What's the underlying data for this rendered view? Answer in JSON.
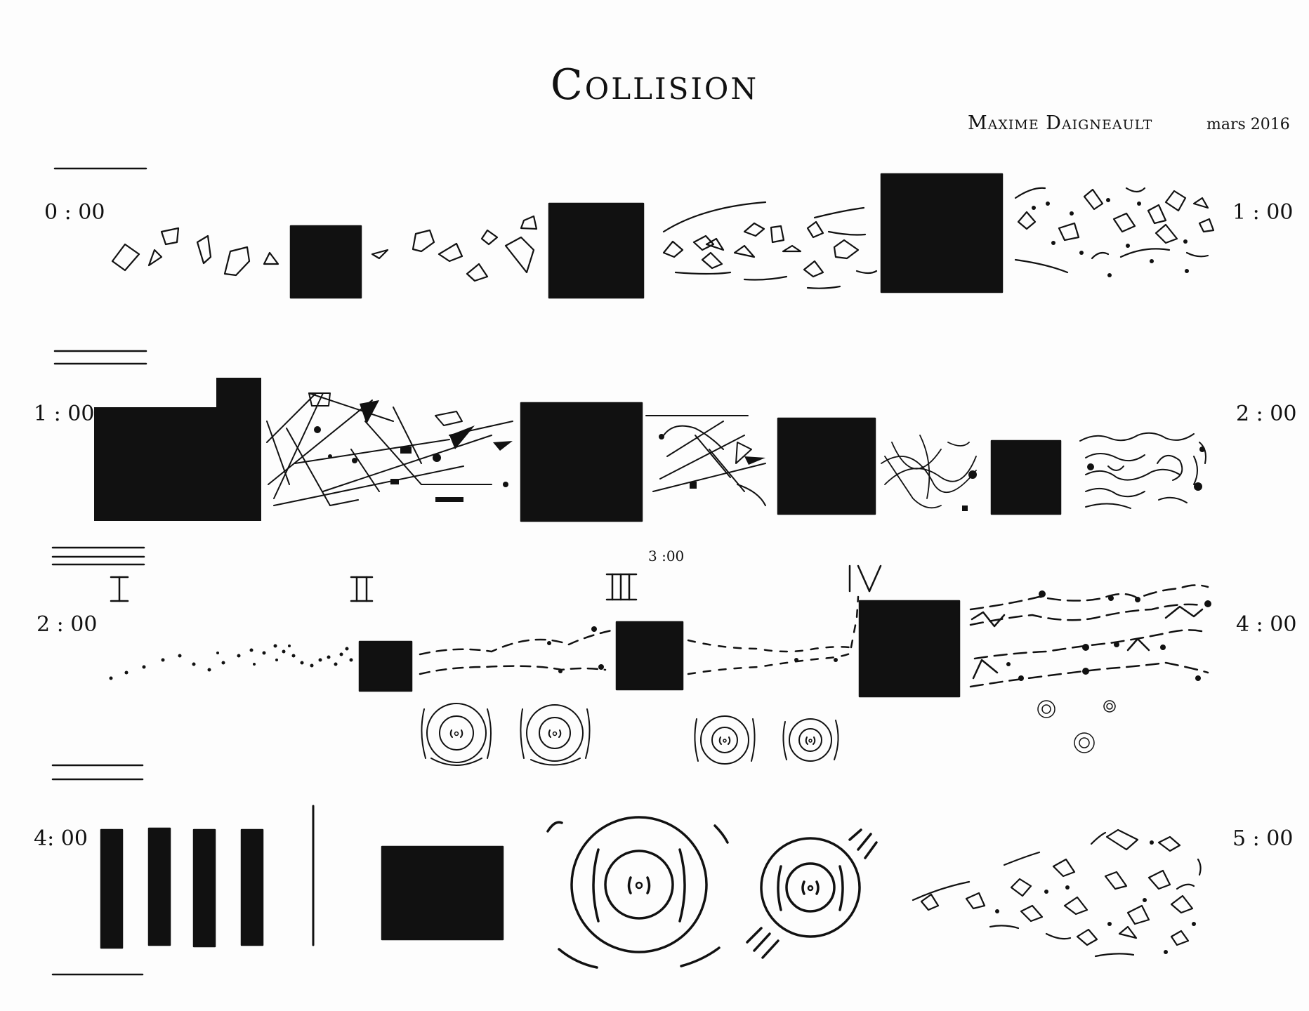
{
  "title": "Collision",
  "author": "Maxime Daigneault",
  "date": "mars 2016",
  "rows": [
    {
      "start": "0 : 00",
      "end": "1 : 00"
    },
    {
      "start": "1 : 00",
      "end": "2 : 00"
    },
    {
      "start": "2 : 00",
      "end": "4 : 00",
      "marker": "3 :00",
      "sections": [
        "I",
        "II",
        "III",
        "IV"
      ]
    },
    {
      "start": "4: 00",
      "end": "5 : 00"
    }
  ],
  "ink_color": "#111111"
}
